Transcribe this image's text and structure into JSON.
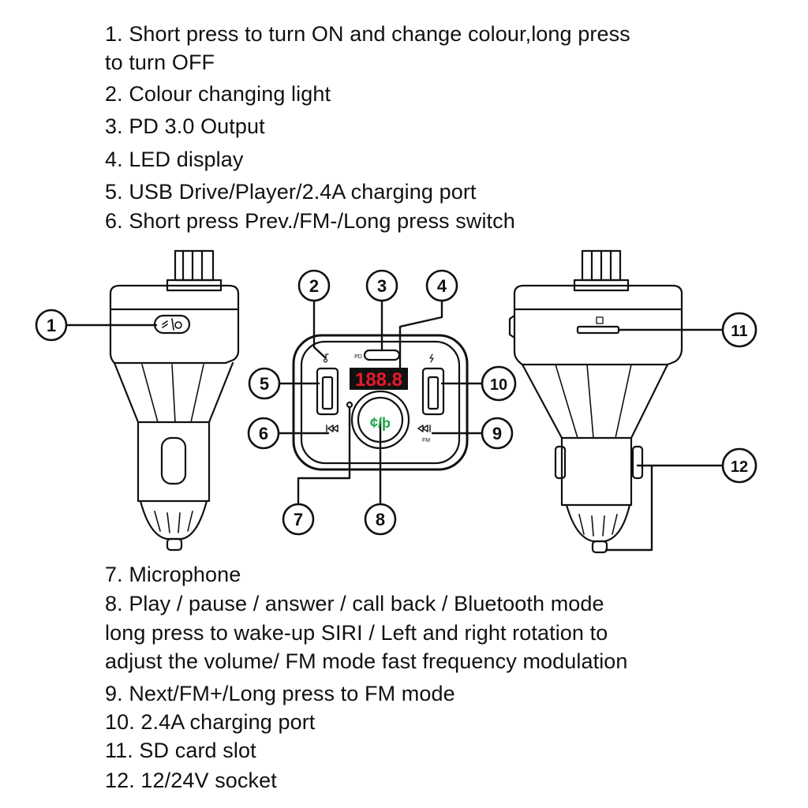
{
  "top_list": [
    "1. Short press to turn ON and change colour,long press",
    "to turn OFF",
    "2. Colour changing light",
    "3. PD 3.0 Output",
    "4. LED display",
    "5. USB Drive/Player/2.4A charging port",
    "6. Short press Prev./FM-/Long press switch"
  ],
  "bottom_list": [
    "7. Microphone",
    "8. Play / pause / answer / call back / Bluetooth mode",
    "long press to wake-up SIRI / Left and right rotation to",
    "adjust the volume/ FM mode fast frequency modulation",
    "9. Next/FM+/Long press to FM mode",
    "10. 2.4A charging port",
    "11. SD card slot",
    "12. 12/24V socket"
  ],
  "callouts": [
    "1",
    "2",
    "3",
    "4",
    "5",
    "6",
    "7",
    "8",
    "9",
    "10",
    "11",
    "12"
  ],
  "device": {
    "led_display": "188.8",
    "pd_label": "PD",
    "knob_symbol": "¢/þ",
    "fm_label": "FM"
  },
  "colors": {
    "led": "#e8192c",
    "knob_icon": "#1aa84a",
    "ink": "#111111"
  }
}
